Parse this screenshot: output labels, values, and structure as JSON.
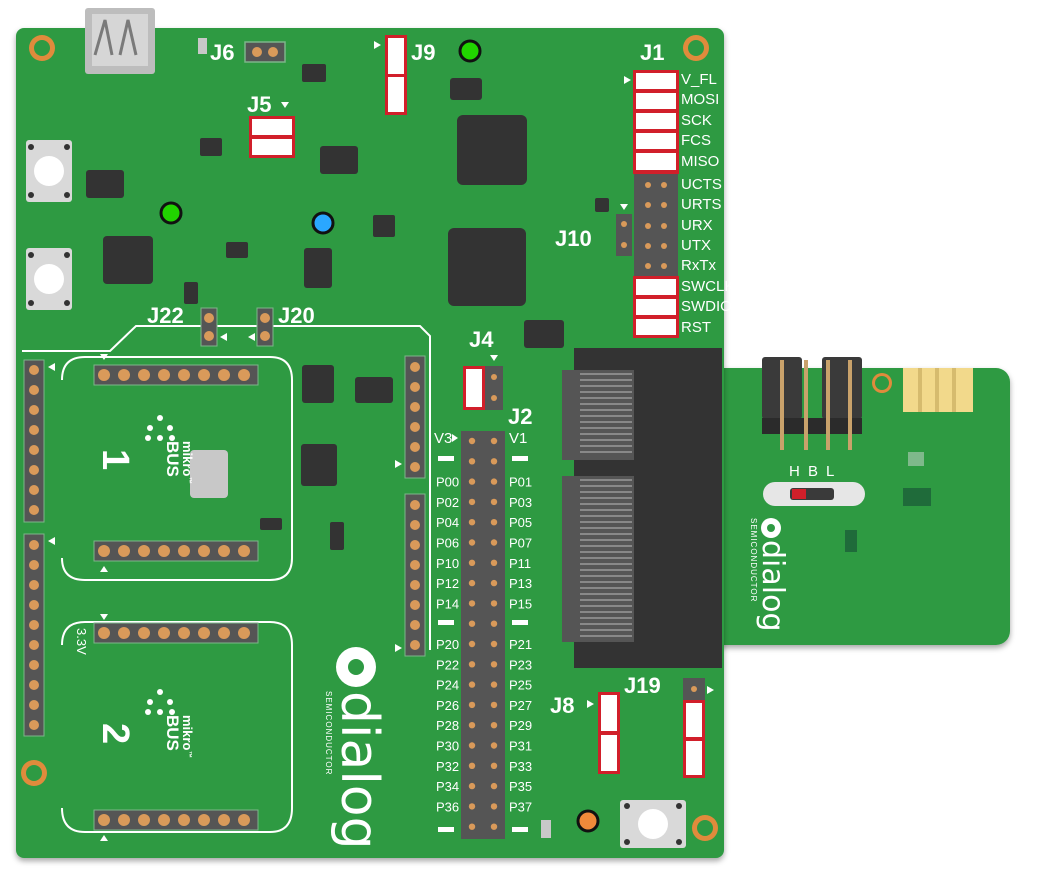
{
  "jumpers": {
    "j1": "J1",
    "j2": "J2",
    "j4": "J4",
    "j5": "J5",
    "j6": "J6",
    "j8": "J8",
    "j9": "J9",
    "j10": "J10",
    "j19": "J19",
    "j20": "J20",
    "j22": "J22"
  },
  "j1_pins": [
    "V_FL",
    "MOSI",
    "SCK",
    "FCS",
    "MISO",
    "UCTS",
    "URTS",
    "URX",
    "UTX",
    "RxTx",
    "SWCLK",
    "SWDIO",
    "RST"
  ],
  "j2_left": [
    "P00",
    "P02",
    "P04",
    "P06",
    "P10",
    "P12",
    "P14",
    "P20",
    "P22",
    "P24",
    "P26",
    "P28",
    "P30",
    "P32",
    "P34",
    "P36"
  ],
  "j2_right": [
    "P01",
    "P03",
    "P05",
    "P07",
    "P11",
    "P13",
    "P15",
    "P21",
    "P23",
    "P25",
    "P27",
    "P29",
    "P31",
    "P33",
    "P35",
    "P37"
  ],
  "j2_top_left": "V3",
  "j2_top_right": "V1",
  "mikrobus": {
    "slot1_number": "1",
    "slot2_number": "2",
    "brand_top": "mikro",
    "brand_bottom": "BUS",
    "tm": "™",
    "voltage": "3.3V"
  },
  "logo": {
    "text": "dialog",
    "sub": "SEMICONDUCTOR"
  },
  "daughter": {
    "switch_labels": [
      "H",
      "B",
      "L"
    ],
    "logo_text": "dialog",
    "logo_sub": "SEMICONDUCTOR"
  },
  "colors": {
    "board": "#2e9a43",
    "board_edge": "#248a3a",
    "chip": "#333333",
    "jumper_red": "#d11f2a",
    "pad": "#d99a5a",
    "led_green": "#21d400",
    "led_blue": "#2aa7ff",
    "led_orange": "#f08a3a"
  }
}
